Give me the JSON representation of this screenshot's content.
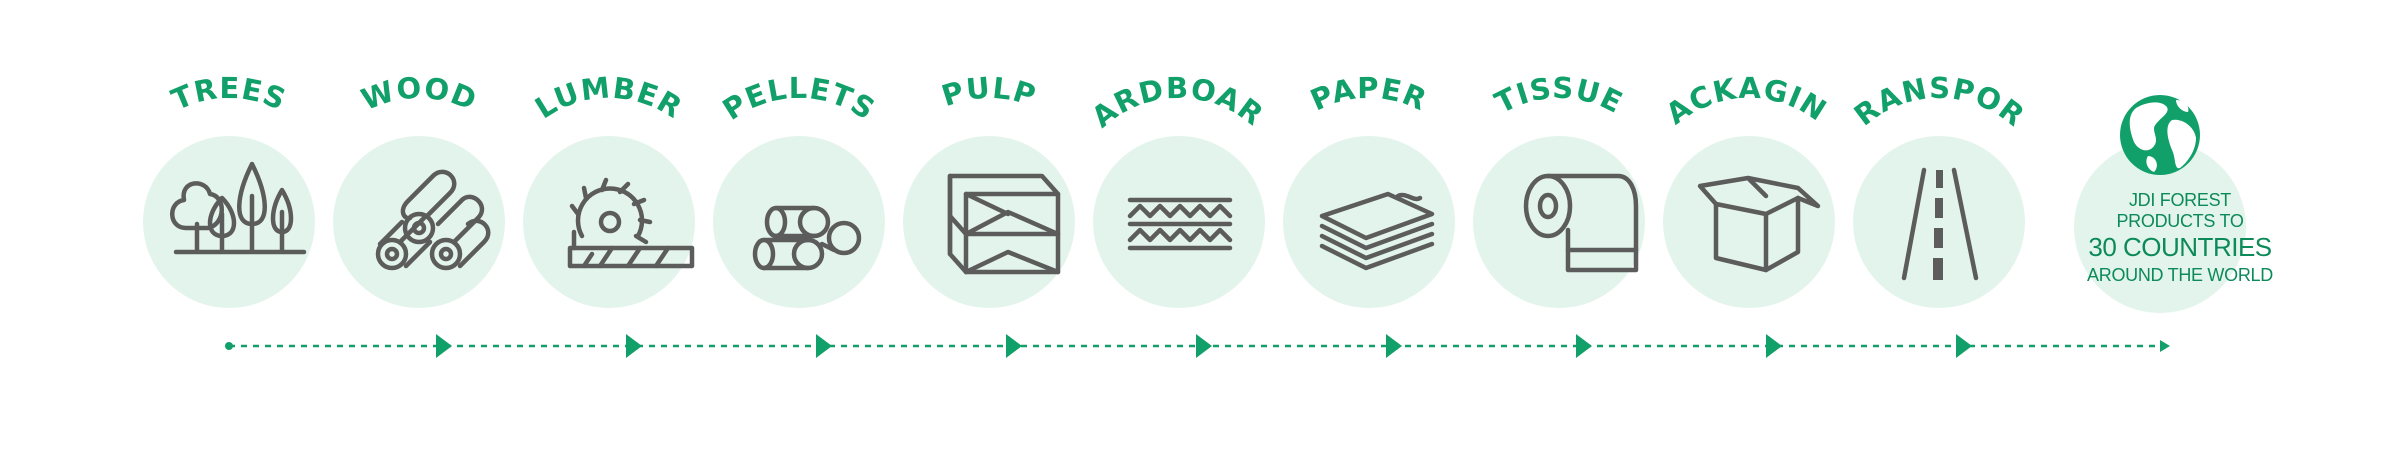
{
  "steps": [
    {
      "id": "trees",
      "label": "TREES",
      "icon": "trees-icon"
    },
    {
      "id": "wood",
      "label": "WOOD",
      "icon": "logs-icon"
    },
    {
      "id": "lumber",
      "label": "LUMBER",
      "icon": "saw-blade-icon"
    },
    {
      "id": "pellets",
      "label": "PELLETS",
      "icon": "pellets-icon"
    },
    {
      "id": "pulp",
      "label": "PULP",
      "icon": "pulp-bales-icon"
    },
    {
      "id": "cardboard",
      "label": "CARDBOARD",
      "icon": "corrugated-cardboard-icon"
    },
    {
      "id": "paper",
      "label": "PAPER",
      "icon": "paper-stack-icon"
    },
    {
      "id": "tissue",
      "label": "TISSUE",
      "icon": "tissue-roll-icon"
    },
    {
      "id": "packaging",
      "label": "PACKAGING",
      "icon": "open-box-icon"
    },
    {
      "id": "transport",
      "label": "TRANSPORT",
      "icon": "road-icon"
    }
  ],
  "final": {
    "icon": "globe-icon",
    "line1": "JDI FOREST",
    "line2": "PRODUCTS TO",
    "line3": "30 COUNTRIES",
    "line4": "AROUND THE WORLD"
  },
  "colors": {
    "accent": "#12a06a",
    "circle": "#e3f4ec",
    "icon": "#5c5c5c"
  }
}
